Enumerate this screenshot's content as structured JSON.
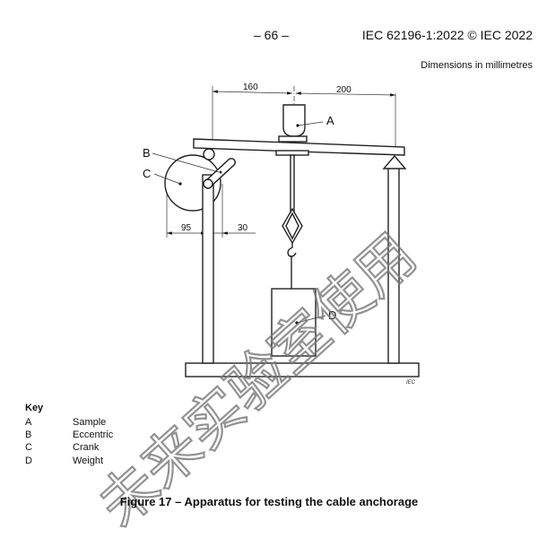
{
  "header": {
    "page_number": "– 66 –",
    "document_id": "IEC 62196-1:2022 © IEC 2022"
  },
  "dimensions_note": "Dimensions in millimetres",
  "figure": {
    "labels": {
      "a": "A",
      "b": "B",
      "c": "C",
      "d": "D"
    },
    "dimensions": {
      "top_left": "160",
      "top_right": "200",
      "bottom_left": "95",
      "bottom_right": "30"
    },
    "source_mark": "IEC"
  },
  "key": {
    "title": "Key",
    "items": [
      {
        "code": "A",
        "label": "Sample"
      },
      {
        "code": "B",
        "label": "Eccentric"
      },
      {
        "code": "C",
        "label": "Crank"
      },
      {
        "code": "D",
        "label": "Weight"
      }
    ]
  },
  "caption": "Figure 17 – Apparatus for testing the cable anchorage",
  "watermark": "未来实验室使用"
}
